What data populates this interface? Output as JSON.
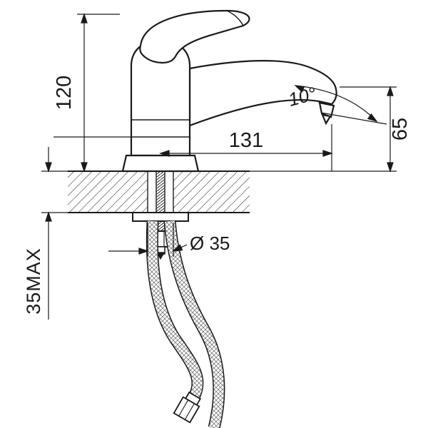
{
  "page": {
    "background": "#ffffff",
    "line_color": "#1a1a1a"
  },
  "drawing": {
    "type": "technical-dimension-drawing",
    "subject": "single-lever basin mixer faucet, side section view with mounting hardware and flexible hoses",
    "labels": {
      "overall_height": "120",
      "spout_reach": "131",
      "outlet_height": "65",
      "spout_angle": "10°",
      "mount_hole_diameter": "Ø 35",
      "max_deck_thickness": "35MAX"
    }
  }
}
